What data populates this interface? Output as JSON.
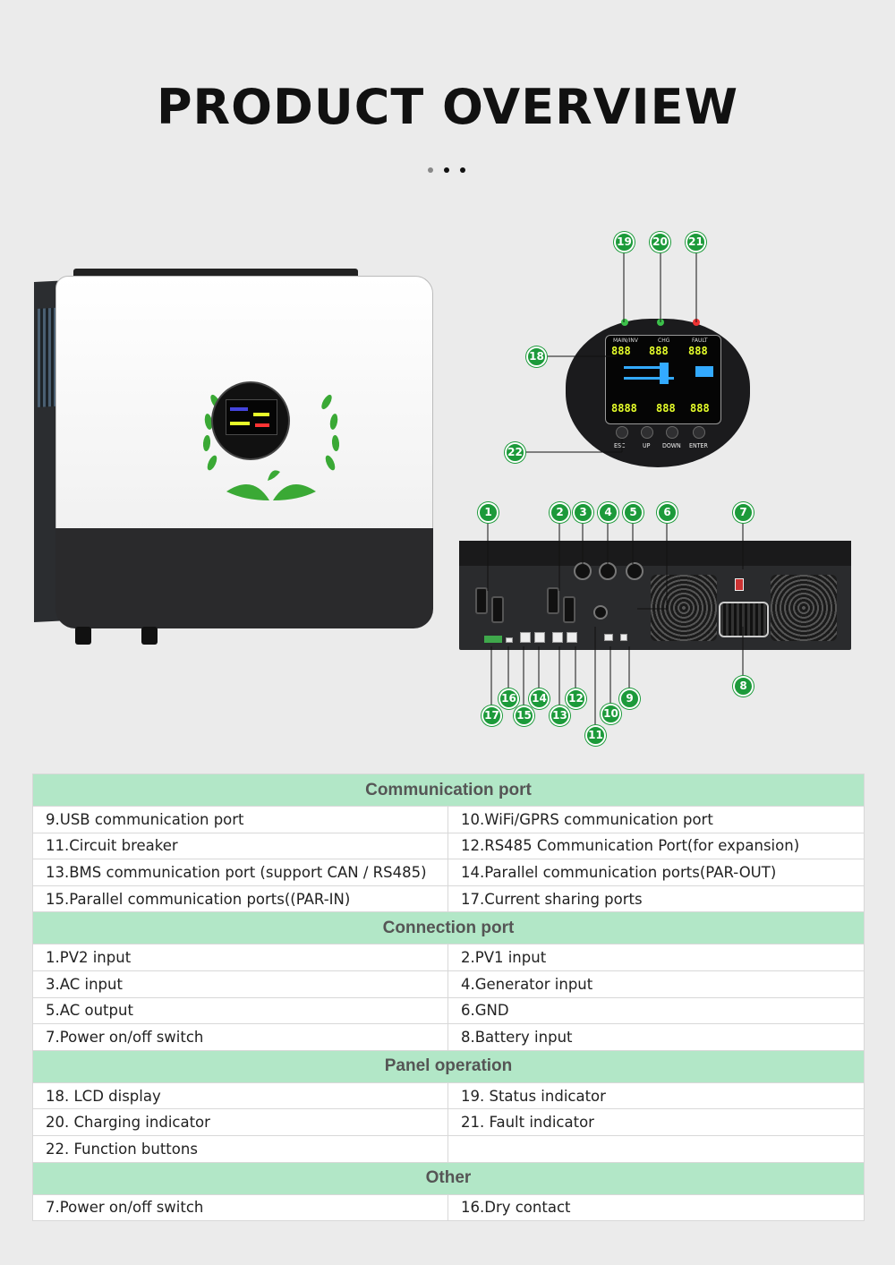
{
  "header": {
    "title": "PRODUCT OVERVIEW"
  },
  "panel": {
    "indicator_labels": [
      "MAIN/INV",
      "CHG",
      "FAULT"
    ],
    "lcd_readings": [
      "888",
      "888",
      "888",
      "8888",
      "888",
      "888"
    ],
    "button_labels": [
      "ESC",
      "UP",
      "DOWN",
      "ENTER"
    ]
  },
  "callouts": [
    "1",
    "2",
    "3",
    "4",
    "5",
    "6",
    "7",
    "8",
    "9",
    "10",
    "11",
    "12",
    "13",
    "14",
    "15",
    "16",
    "17",
    "18",
    "19",
    "20",
    "21",
    "22"
  ],
  "colors": {
    "accent_green": "#1c9a3a",
    "table_header_bg": "#b2e7c7"
  },
  "table": {
    "sections": [
      {
        "title": "Communication port",
        "rows": [
          [
            "9.USB communication port",
            "10.WiFi/GPRS communication port"
          ],
          [
            "11.Circuit breaker",
            "12.RS485 Communication Port(for expansion)"
          ],
          [
            "13.BMS communication port (support CAN / RS485)",
            "14.Parallel communication ports(PAR-OUT)"
          ],
          [
            "15.Parallel communication ports((PAR-IN)",
            "17.Current sharing ports"
          ]
        ]
      },
      {
        "title": "Connection port",
        "rows": [
          [
            "1.PV2 input",
            "2.PV1 input"
          ],
          [
            "3.AC input",
            "4.Generator input"
          ],
          [
            "5.AC output",
            "6.GND"
          ],
          [
            "7.Power on/off switch",
            "8.Battery input"
          ]
        ]
      },
      {
        "title": "Panel operation",
        "rows": [
          [
            "18. LCD display",
            "19. Status indicator"
          ],
          [
            "20. Charging indicator",
            "21. Fault indicator"
          ],
          [
            "22. Function buttons",
            ""
          ]
        ]
      },
      {
        "title": "Other",
        "rows": [
          [
            "7.Power on/off switch",
            "16.Dry contact"
          ]
        ]
      }
    ]
  }
}
